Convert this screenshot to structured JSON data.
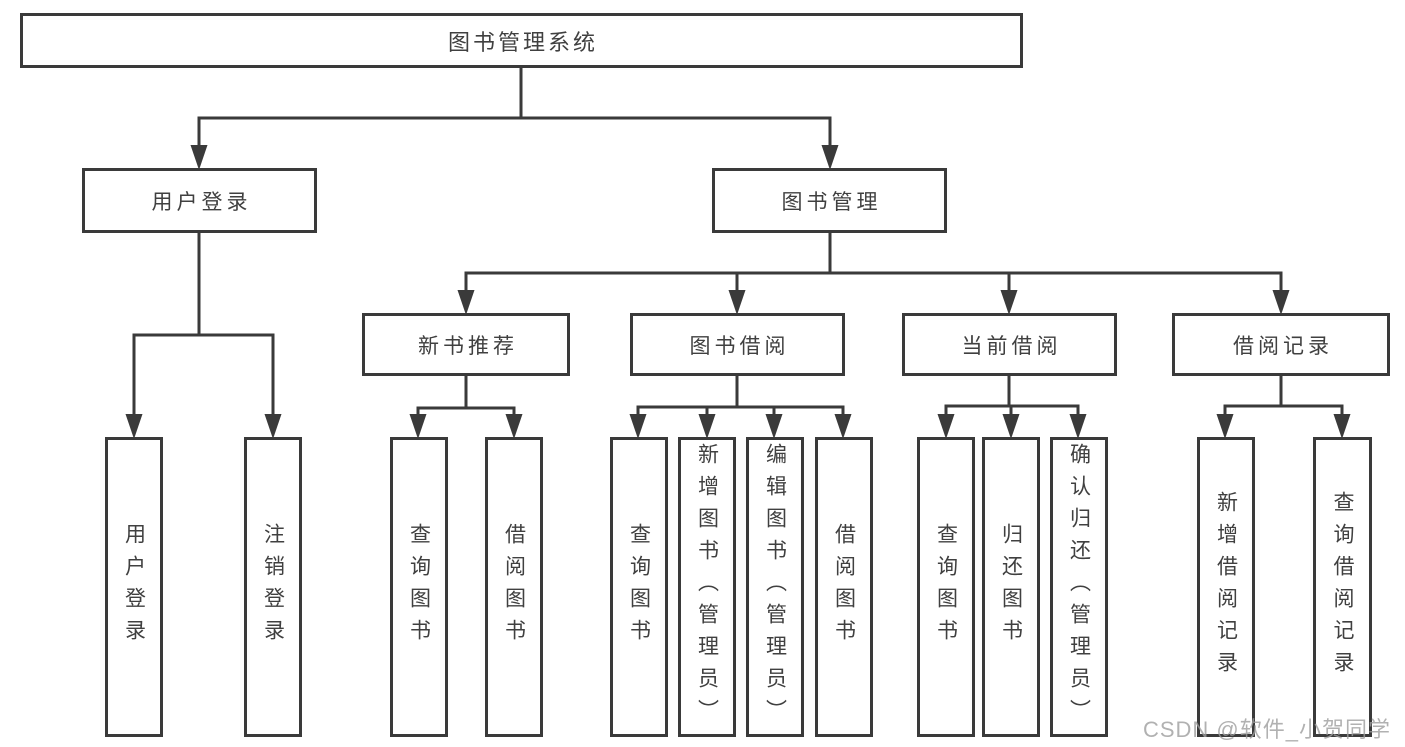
{
  "diagram": {
    "root": {
      "label": "图书管理系统"
    },
    "level2": [
      {
        "label": "用户登录"
      },
      {
        "label": "图书管理"
      }
    ],
    "level3": [
      {
        "label": "新书推荐"
      },
      {
        "label": "图书借阅"
      },
      {
        "label": "当前借阅"
      },
      {
        "label": "借阅记录"
      }
    ],
    "leaves": [
      {
        "label": "用户登录"
      },
      {
        "label": "注销登录"
      },
      {
        "label": "查询图书"
      },
      {
        "label": "借阅图书"
      },
      {
        "label": "查询图书"
      },
      {
        "label": "新增图书（管理员）"
      },
      {
        "label": "编辑图书（管理员）"
      },
      {
        "label": "借阅图书"
      },
      {
        "label": "查询图书"
      },
      {
        "label": "归还图书"
      },
      {
        "label": "确认归还（管理员）"
      },
      {
        "label": "新增借阅记录"
      },
      {
        "label": "查询借阅记录"
      }
    ]
  },
  "watermark": {
    "text": "CSDN @软件_小贺同学"
  },
  "colors": {
    "line": "#3a3a3a",
    "text": "#404040",
    "background": "#ffffff",
    "watermark": "#9e9e9e"
  }
}
